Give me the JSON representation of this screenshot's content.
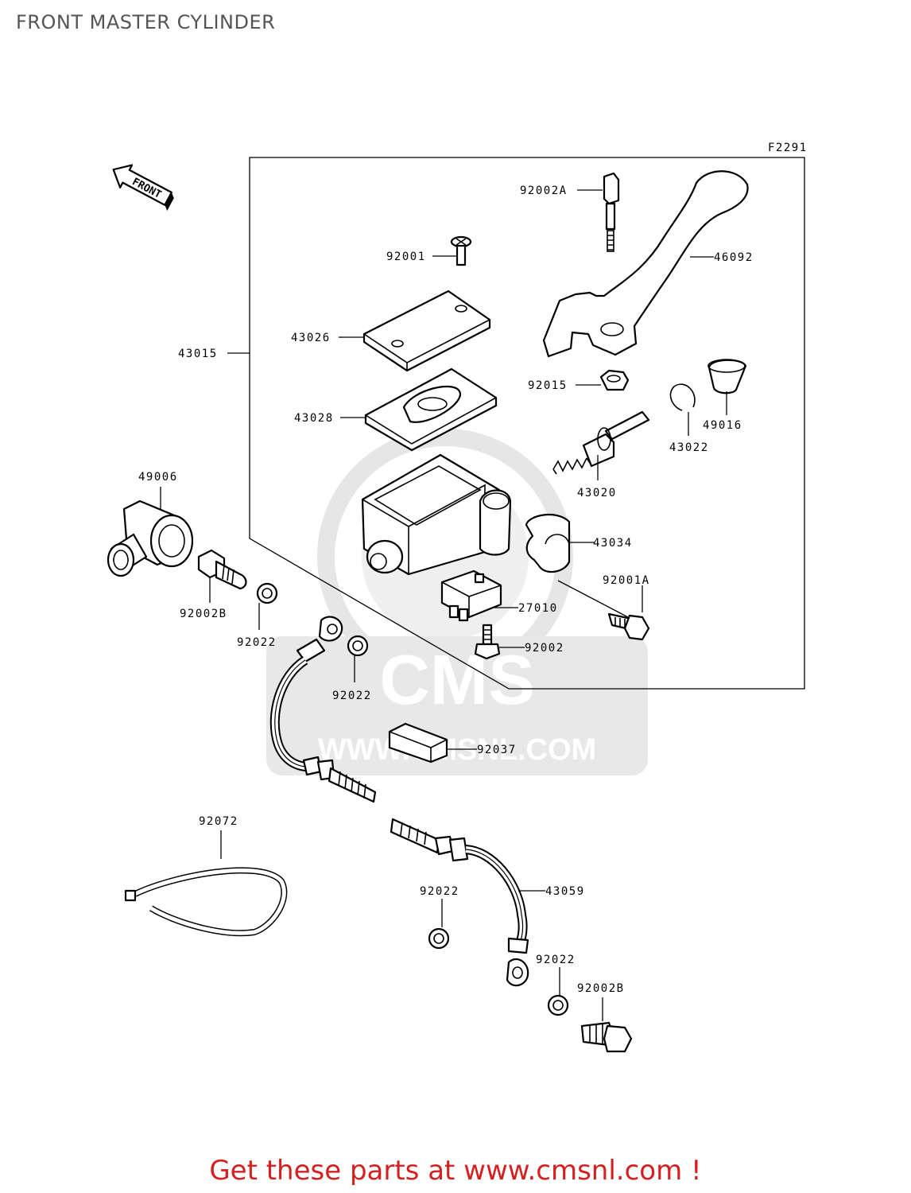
{
  "title": "FRONT MASTER CYLINDER",
  "figure_code": "F2291",
  "front_label": "FRONT",
  "watermark": {
    "text": "CMS",
    "url": "WWW.CMSNL.COM"
  },
  "footer": "Get these parts at www.cmsnl.com !",
  "colors": {
    "footer": "#d42020",
    "title": "#555555",
    "watermark": "#e4e4e4"
  },
  "labels": {
    "l92002A_top": "92002A",
    "l92001_top": "92001",
    "l46092": "46092",
    "l43026": "43026",
    "l43015": "43015",
    "l92015": "92015",
    "l43028": "43028",
    "l49016": "49016",
    "l43022": "43022",
    "l43020": "43020",
    "l49006": "49006",
    "l43034": "43034",
    "l92001A": "92001A",
    "l27010": "27010",
    "l92002": "92002",
    "l92002B_left": "92002B",
    "l92022_a": "92022",
    "l92022_b": "92022",
    "l92037": "92037",
    "l92072": "92072",
    "l43059": "43059",
    "l92022_c": "92022",
    "l92022_d": "92022",
    "l92002B_bottom": "92002B"
  }
}
